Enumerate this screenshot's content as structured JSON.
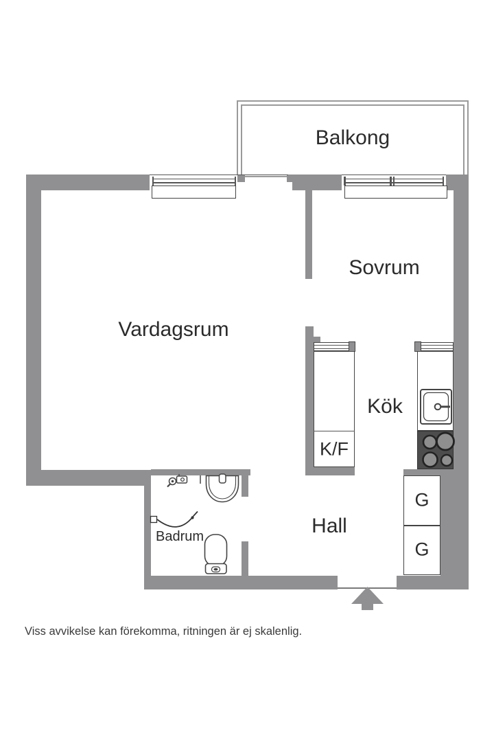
{
  "plan": {
    "type": "apartment-floor-plan",
    "disclaimer": "Viss avvikelse kan förekomma, ritningen är ej skalenlig."
  },
  "rooms": {
    "balcony": {
      "label": "Balkong"
    },
    "bedroom": {
      "label": "Sovrum"
    },
    "living_room": {
      "label": "Vardagsrum"
    },
    "kitchen": {
      "label": "Kök"
    },
    "hall": {
      "label": "Hall"
    },
    "bathroom": {
      "label": "Badrum"
    }
  },
  "units": {
    "fridge_freezer": {
      "label": "K/F"
    },
    "wardrobes": [
      {
        "label": "G"
      },
      {
        "label": "G"
      }
    ]
  },
  "fixtures": {
    "kitchen": [
      "kitchen-sink-icon",
      "stove-icon"
    ],
    "bathroom": [
      "shower-mixer-icon",
      "washbasin-icon",
      "toilet-icon",
      "shower-door-arc"
    ],
    "entry": "entry-arrow-icon",
    "windows": [
      "living-room-window",
      "bedroom-window"
    ]
  },
  "colors": {
    "wall": "#909092",
    "line": "#444444",
    "dark": "#555555",
    "stove": "#4d4d4d",
    "burner": "#8f8f8f",
    "burner_ring": "#232323",
    "balcony_line": "#9a9a9a",
    "text": "#2b2b2b",
    "background": "#ffffff"
  }
}
